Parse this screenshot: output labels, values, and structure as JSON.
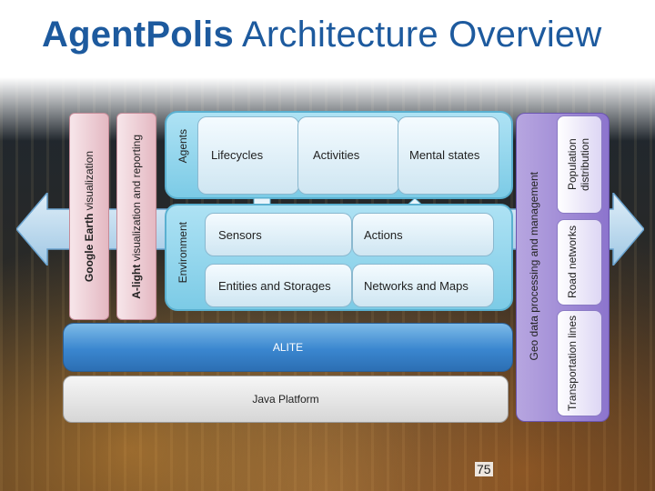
{
  "title": {
    "bold": "AgentPolis",
    "rest": "Architecture Overview"
  },
  "left_bars": {
    "google": {
      "strong": "Google Earth",
      "rest": "visualization"
    },
    "alight": {
      "strong": "A-light",
      "rest": "visualization and reporting"
    }
  },
  "agents": {
    "label": "Agents",
    "items": [
      "Lifecycles",
      "Activities",
      "Mental states"
    ]
  },
  "environment": {
    "label": "Environment",
    "items": [
      "Sensors",
      "Actions",
      "Entities and Storages",
      "Networks and Maps"
    ]
  },
  "alite": "ALITE",
  "java": "Java Platform",
  "geo": {
    "label": "Geo data processing and management",
    "items": [
      "Population distribution",
      "Road networks",
      "Transportation lines"
    ]
  },
  "page_number": "75",
  "colors": {
    "title": "#1d5a9e",
    "alite": "#3a86cf",
    "geo": "#8c74cd",
    "pink": "#e4b8c2",
    "cyan": "#7ccbe6"
  }
}
